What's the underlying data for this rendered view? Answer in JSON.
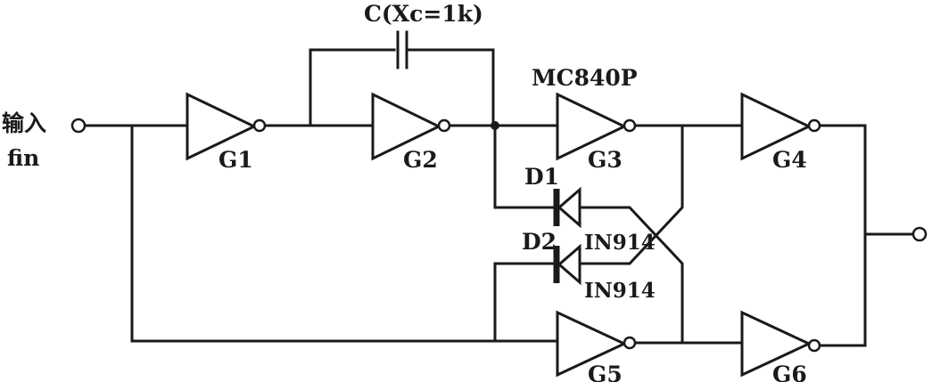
{
  "input": {
    "label_cn": "输入",
    "label_en": "fin"
  },
  "capacitor": {
    "label": "C(Xc=1k)"
  },
  "chip": {
    "label": "MC840P"
  },
  "gates": {
    "g1": "G1",
    "g2": "G2",
    "g3": "G3",
    "g4": "G4",
    "g5": "G5",
    "g6": "G6"
  },
  "diodes": {
    "d1": {
      "name": "D1",
      "part": "IN914"
    },
    "d2": {
      "name": "D2",
      "part": "IN914"
    }
  }
}
